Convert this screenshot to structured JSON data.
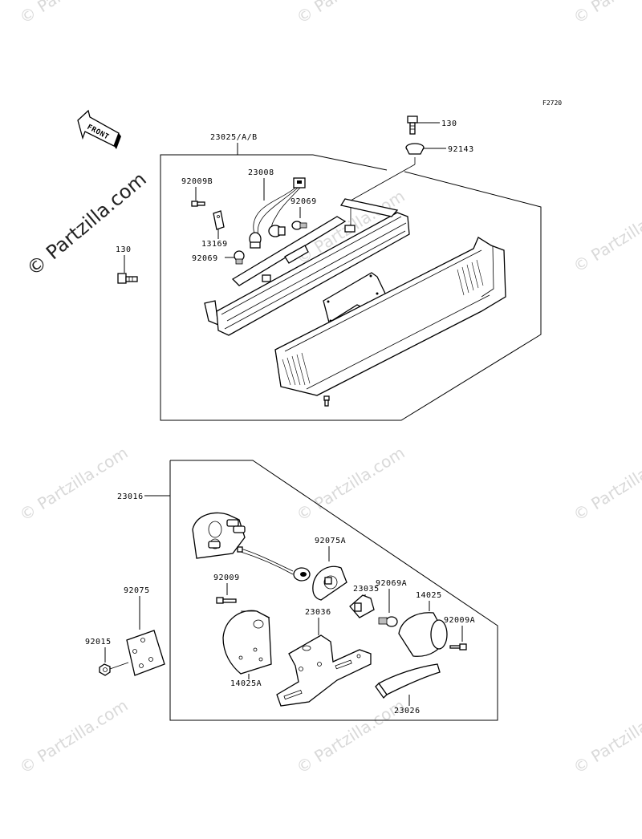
{
  "diagram_code": "F2720",
  "front_label": "FRONT",
  "watermark": "© Partzilla.com",
  "labels": {
    "top_assembly": "23025/A/B",
    "wire_harness": "23008",
    "screw_b": "92009B",
    "bulb_upper": "92069",
    "plate": "13169",
    "bulb_lower": "92069",
    "bolt_top": "130",
    "washer_top": "92143",
    "bolt_left": "130",
    "bottom_assembly": "23016",
    "socket": "92075A",
    "screw": "92009",
    "bracket_small": "23035",
    "bulb_a": "92069A",
    "lamp_housing": "14025",
    "screw_a": "92009A",
    "stay": "23036",
    "reflector": "92075",
    "nut": "92015",
    "cover": "14025A",
    "band": "23026"
  }
}
